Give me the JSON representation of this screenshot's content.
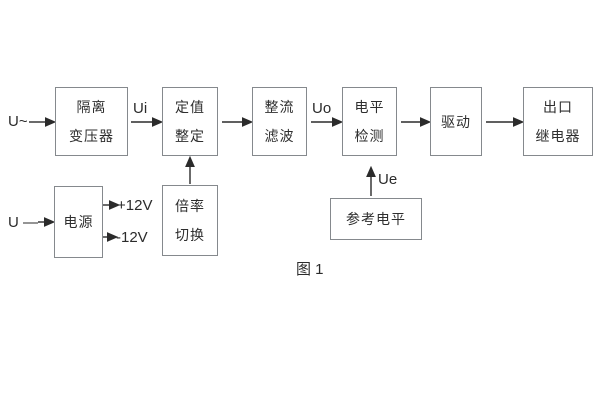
{
  "figure": {
    "caption": "图 1"
  },
  "colors": {
    "background": "#ffffff",
    "box_border": "#85898d",
    "wire": "#2b2b2b",
    "text": "#2e2e2e"
  },
  "blocks": [
    {
      "id": "isolation-transformer",
      "lines": [
        "隔离",
        "变压器"
      ]
    },
    {
      "id": "setting-adjust",
      "lines": [
        "定值",
        "整定"
      ]
    },
    {
      "id": "rectifier-filter",
      "lines": [
        "整流",
        "滤波"
      ]
    },
    {
      "id": "level-detect",
      "lines": [
        "电平",
        "检测"
      ]
    },
    {
      "id": "driver",
      "lines": [
        "驱动"
      ]
    },
    {
      "id": "output-relay",
      "lines": [
        "出口",
        "继电器"
      ]
    },
    {
      "id": "power-supply",
      "lines": [
        "电源"
      ]
    },
    {
      "id": "ratio-switch",
      "lines": [
        "倍率",
        "切换"
      ]
    },
    {
      "id": "reference-level",
      "lines": [
        "参考电平"
      ]
    }
  ],
  "labels": {
    "ac_input": "U~",
    "dc_input": "U —",
    "ui": "Ui",
    "uo": "Uo",
    "ue": "Ue",
    "plus12v": "+12V",
    "minus12v": "-12V"
  }
}
